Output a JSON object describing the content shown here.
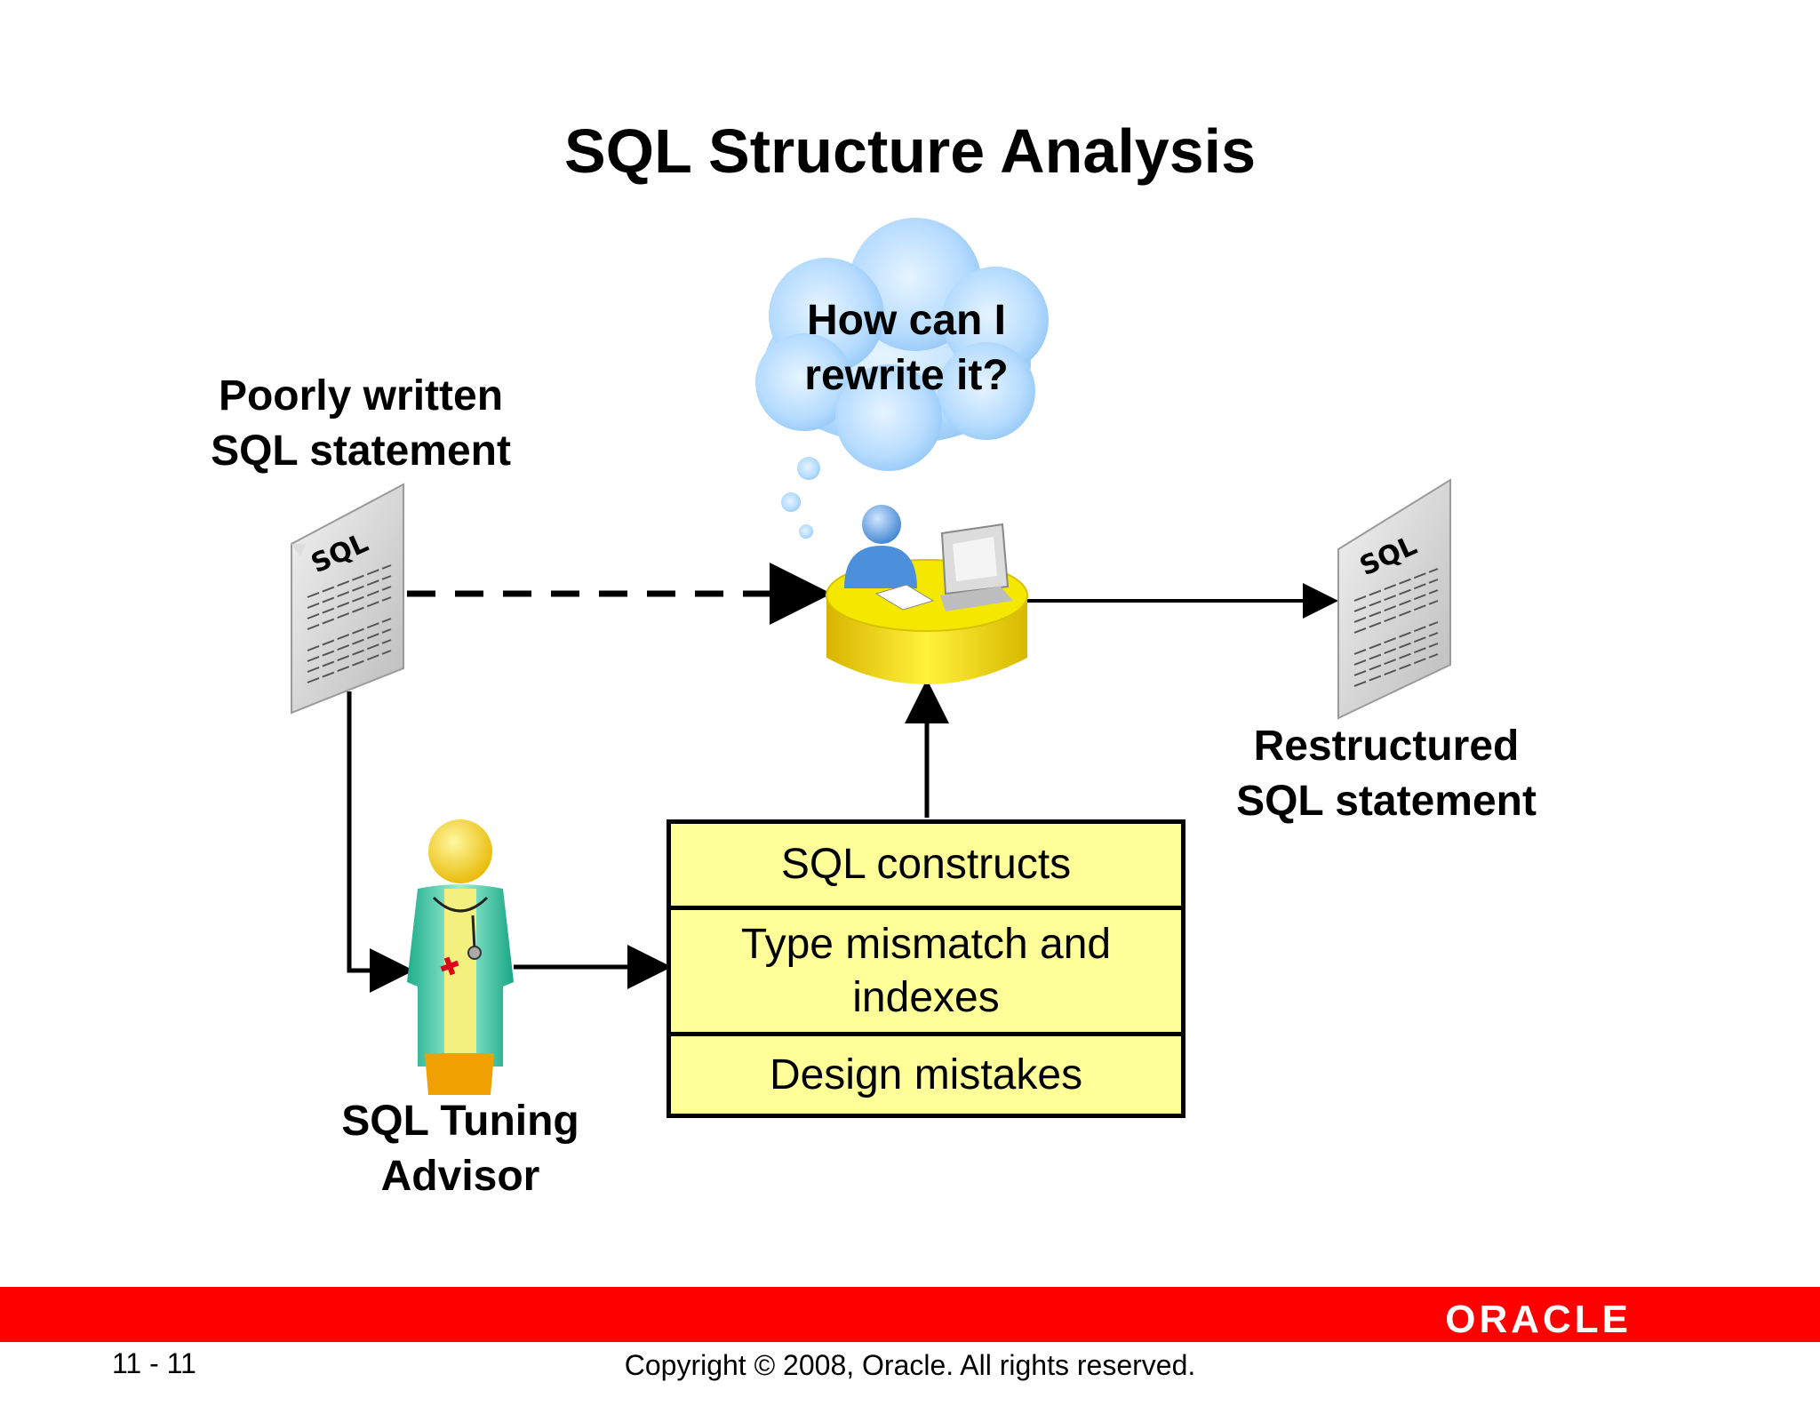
{
  "title": "SQL Structure Analysis",
  "thought_cloud": {
    "lines": [
      "How can I",
      "rewrite it?"
    ]
  },
  "poor_sql_label": {
    "lines": [
      "Poorly written",
      "SQL statement"
    ]
  },
  "restructured_label": {
    "lines": [
      "Restructured",
      "SQL statement"
    ]
  },
  "advisor_label": {
    "lines": [
      "SQL Tuning",
      "Advisor"
    ]
  },
  "document_icon_text": "SQL",
  "analysis_box": {
    "rows": [
      {
        "lines": [
          "SQL constructs"
        ]
      },
      {
        "lines": [
          "Type mismatch and",
          "indexes"
        ]
      },
      {
        "lines": [
          "Design mistakes"
        ]
      }
    ]
  },
  "footer": {
    "logo": "ORACLE",
    "page_number": "11 - 11",
    "copyright": "Copyright © 2008, Oracle. All rights reserved."
  },
  "colors": {
    "cloud": "#a9d6ff",
    "desk": "#f7e61a",
    "box_fill": "#ffff99",
    "footer_bar": "#ff0000"
  }
}
